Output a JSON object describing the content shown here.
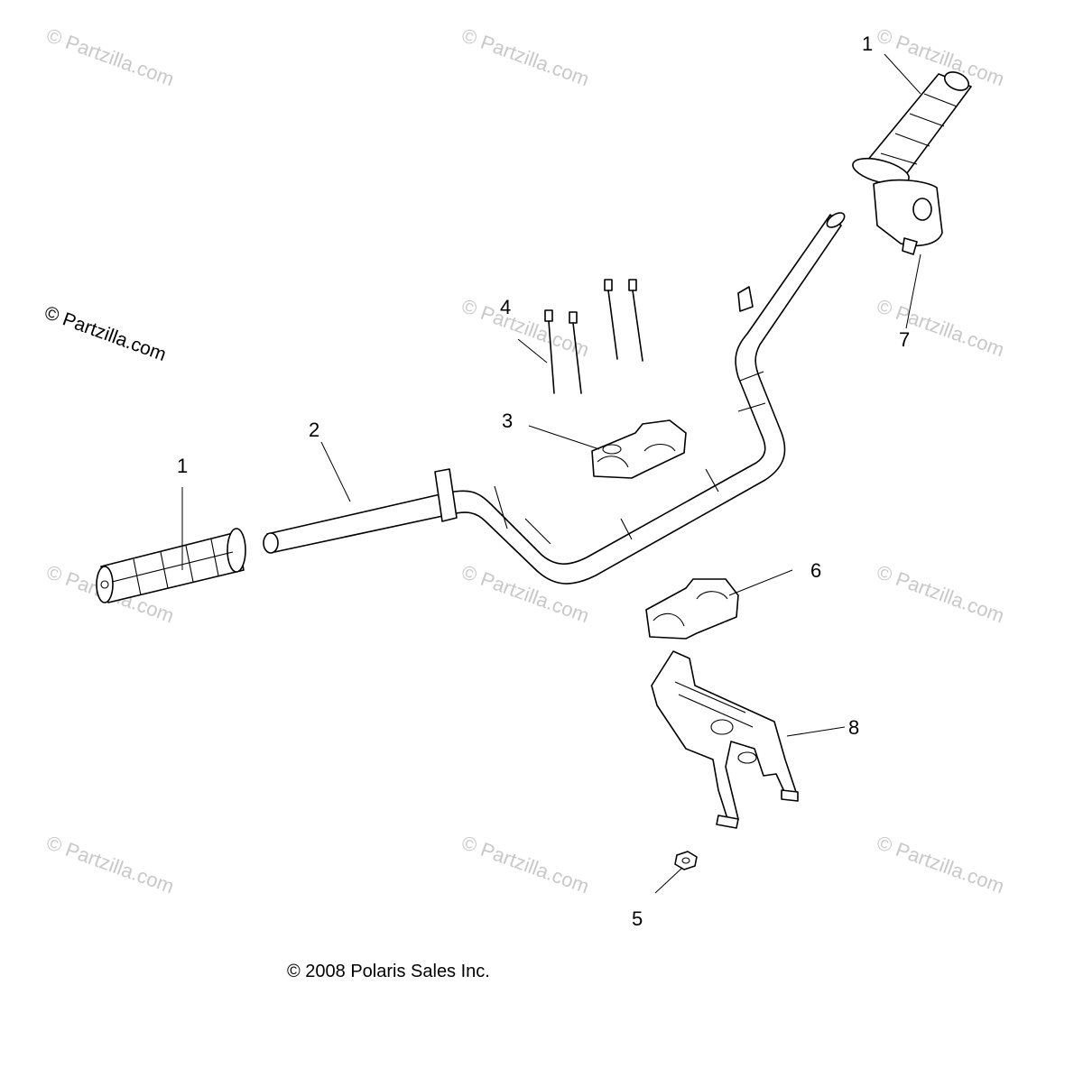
{
  "watermark_text": "© Partzilla.com",
  "logo_text": "© Partzilla.com",
  "copyright": "© 2008 Polaris Sales Inc.",
  "callouts": {
    "grip_left": "1",
    "grip_right": "1",
    "handlebar": "2",
    "upper_clamp": "3",
    "bolts": "4",
    "nut": "5",
    "lower_clamp": "6",
    "throttle": "7",
    "bracket": "8"
  }
}
